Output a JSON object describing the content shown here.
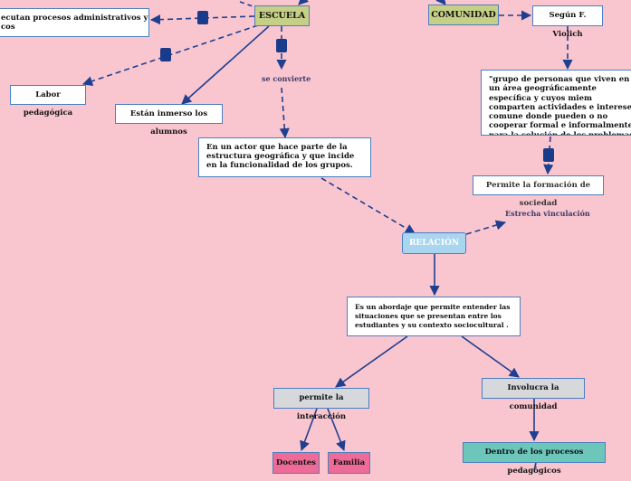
{
  "nodes": {
    "ejecutan": "ecutan procesos administrativos y\ncos",
    "escuela": "ESCUELA",
    "comunidad": "COMUNIDAD",
    "segun": "Según F. Violich",
    "labor": "Labor pedagógica",
    "inmerso": "Están inmerso los alumnos",
    "actor": "En un actor que hace parte de la estructura geográfica y que incide en la funcionalidad de los grupos.",
    "grupo": "\"grupo de personas que viven en un área geográficamente específica y cuyos miem comparten actividades e intereses comune donde pueden o no cooperar formal e informalmente para la solución de los problemas colectivos\".",
    "formacion": "Permite la formación de sociedad",
    "relacion": "RELACIÓN",
    "abordaje": "Es un abordaje que permite entender las situaciones que se presentan entre los estudiantes y su contexto sociocultural .",
    "interaccion": "permite la interacción",
    "involucra": "Involucra la comunidad",
    "docentes": "Docentes",
    "familia": "Familia",
    "procesos": "Dentro de los procesos pedagógicos"
  },
  "labels": {
    "se_convierte": "se convierte",
    "estrecha": "Estrecha vinculación"
  },
  "colors": {
    "background": "#f9c6d0",
    "line": "#1f3f8f",
    "olive": "#c5cf86",
    "grey": "#d6d8dc",
    "teal": "#6cc7ba",
    "pink": "#ee6b97",
    "relation": "#a9d5ef"
  }
}
